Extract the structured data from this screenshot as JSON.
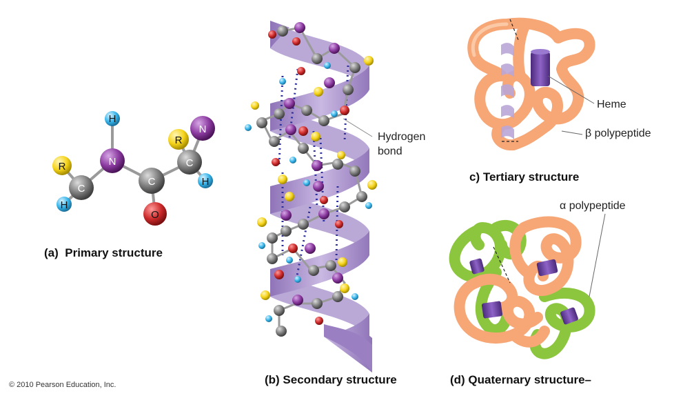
{
  "primary": {
    "caption_prefix": "(a)",
    "caption": "Primary structure",
    "atoms": {
      "H_top": "H",
      "N_center": "N",
      "R_left": "R",
      "C_left": "C",
      "H_left": "H",
      "C_center": "C",
      "O": "O",
      "R_right": "R",
      "C_right": "C",
      "H_right": "H",
      "N_right": "N"
    }
  },
  "secondary": {
    "caption": "(b) Secondary structure",
    "annotation": [
      "Hydrogen",
      "bond"
    ]
  },
  "tertiary": {
    "caption": "c) Tertiary structure",
    "heme_label": "Heme",
    "beta_label": "β polypeptide"
  },
  "quaternary": {
    "caption": "(d) Quaternary structure–",
    "alpha_label": "α polypeptide"
  },
  "copyright": "© 2010 Pearson Education, Inc.",
  "colors": {
    "helix_ribbon": "#b9a6d6",
    "helix_ribbon_dark": "#8f74b8",
    "carbon": "#7a7a7a",
    "nitrogen": "#8b3aa0",
    "oxygen": "#cc2a2a",
    "hydrogen": "#35b4ea",
    "r_group": "#f5d31a",
    "beta_chain": "#f7a676",
    "alpha_chain": "#8cc63f",
    "heme": "#6a3fa0"
  }
}
